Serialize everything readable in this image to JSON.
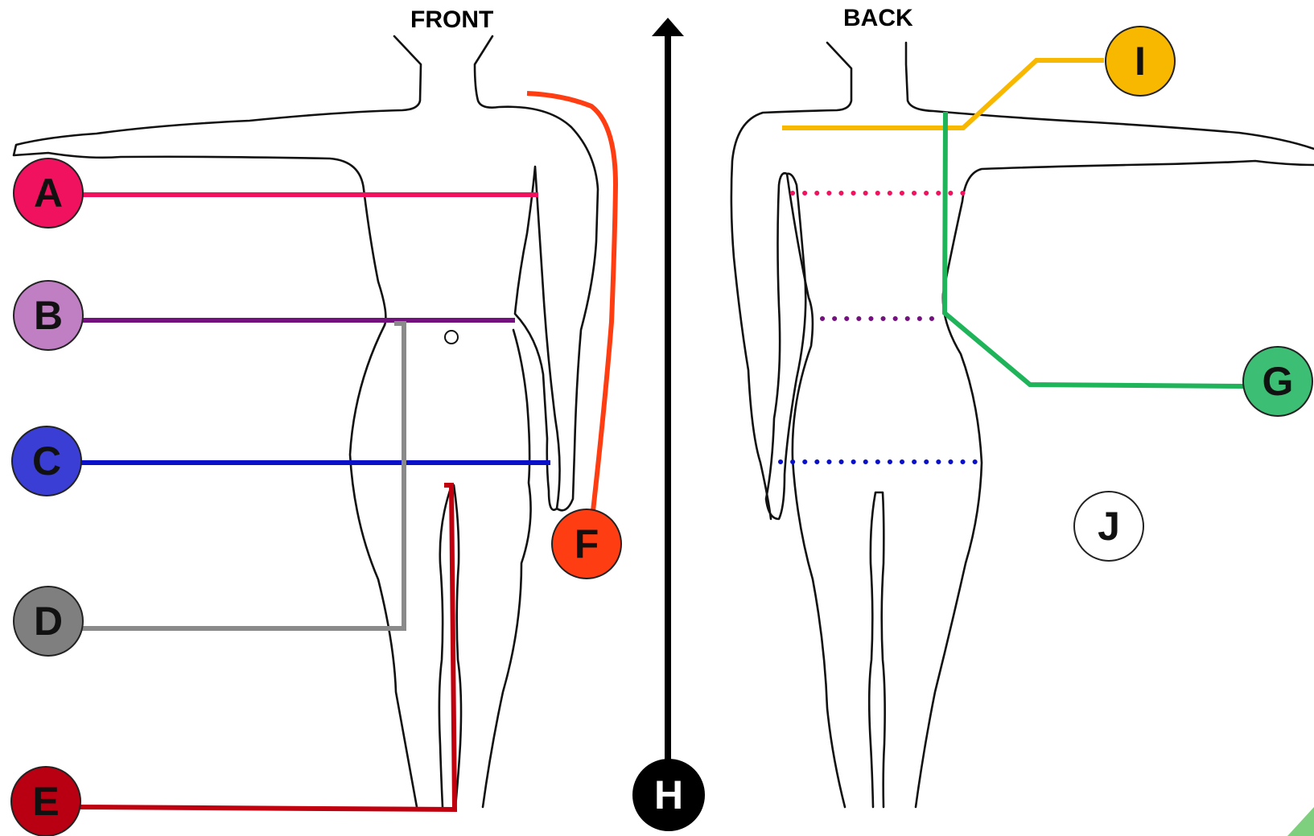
{
  "views": {
    "front_label": "FRONT",
    "back_label": "BACK"
  },
  "markers": [
    {
      "id": "A",
      "label": "A",
      "fill": "#f0115f",
      "text_color": "#111111"
    },
    {
      "id": "B",
      "label": "B",
      "fill": "#c07fc2",
      "text_color": "#111111"
    },
    {
      "id": "C",
      "label": "C",
      "fill": "#3a3ed4",
      "text_color": "#111111"
    },
    {
      "id": "D",
      "label": "D",
      "fill": "#7f7f7f",
      "text_color": "#111111"
    },
    {
      "id": "E",
      "label": "E",
      "fill": "#b80012",
      "text_color": "#111111"
    },
    {
      "id": "F",
      "label": "F",
      "fill": "#ff3d12",
      "text_color": "#111111"
    },
    {
      "id": "G",
      "label": "G",
      "fill": "#3cbf74",
      "text_color": "#111111"
    },
    {
      "id": "H",
      "label": "H",
      "fill": "#000000",
      "text_color": "#ffffff"
    },
    {
      "id": "I",
      "label": "I",
      "fill": "#f9b800",
      "text_color": "#111111"
    },
    {
      "id": "J",
      "label": "J",
      "fill": "#ffffff",
      "text_color": "#111111"
    }
  ],
  "colors": {
    "chest": "#f0115f",
    "waist": "#75107f",
    "hip": "#0a10c8",
    "inseam_gray": "#8a8a8a",
    "inseam_red": "#c0000f",
    "sleeve": "#ff3d12",
    "back_length": "#1fb45a",
    "height": "#000000",
    "shoulder": "#f9b800",
    "corner_accent": "#7ed07e"
  }
}
